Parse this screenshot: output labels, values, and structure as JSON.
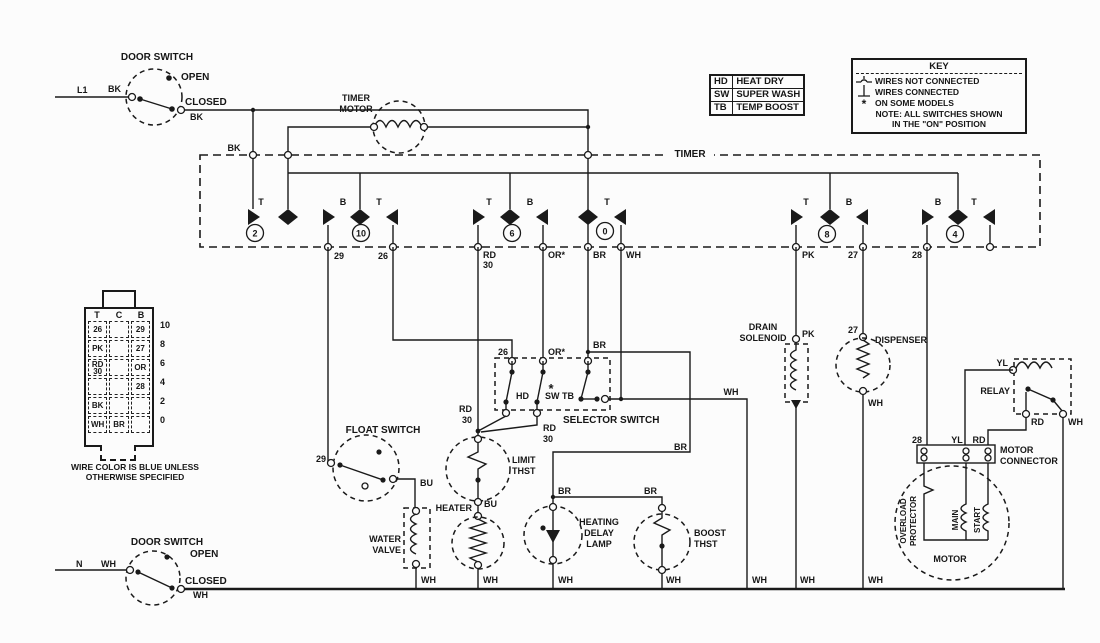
{
  "colors": {
    "ink": "#1a1a1a",
    "paper": "#fcfcfc"
  },
  "door_switch_top": {
    "title": "DOOR SWITCH",
    "open": "OPEN",
    "closed": "CLOSED",
    "line_label": "L1",
    "wire_in": "BK",
    "wire_out": "BK",
    "wire_drop": "BK"
  },
  "timer_motor": {
    "line1": "TIMER",
    "line2": "MOTOR"
  },
  "timer": {
    "label": "TIMER",
    "cam2": {
      "num": "2",
      "t": "T"
    },
    "cam10": {
      "num": "10",
      "b": "B",
      "t": "T",
      "term_29": "29",
      "term_26": "26"
    },
    "cam6": {
      "num": "6",
      "t": "T",
      "b": "B",
      "term_rd": "RD",
      "term_rd2": "30",
      "term_or": "OR*"
    },
    "cam0": {
      "num": "0",
      "t": "T",
      "term_br": "BR",
      "term_wh": "WH"
    },
    "cam8": {
      "num": "8",
      "t": "T",
      "b": "B",
      "term_pk": "PK",
      "term_27": "27"
    },
    "cam4": {
      "num": "4",
      "b": "B",
      "t": "T",
      "term_28": "28"
    }
  },
  "abbrev_table": {
    "rows": [
      [
        "HD",
        "HEAT DRY"
      ],
      [
        "SW",
        "SUPER WASH"
      ],
      [
        "TB",
        "TEMP BOOST"
      ]
    ]
  },
  "key_box": {
    "title": "KEY",
    "item_not_connected": "WIRES NOT CONNECTED",
    "item_connected": "WIRES CONNECTED",
    "item_some_models": "ON SOME MODELS",
    "star": "*",
    "note_line1": "NOTE: ALL SWITCHES SHOWN",
    "note_line2": "IN THE \"ON\" POSITION"
  },
  "connector_chart": {
    "headers": [
      "T",
      "C",
      "B"
    ],
    "rows": [
      [
        "26",
        "",
        "29"
      ],
      [
        "PK",
        "",
        "27"
      ],
      [
        "RD 30",
        "",
        "OR"
      ],
      [
        "",
        "",
        "28"
      ],
      [
        "BK",
        "",
        ""
      ],
      [
        "WH",
        "BR",
        ""
      ]
    ],
    "row_nums": [
      "10",
      "8",
      "6",
      "4",
      "2",
      "0"
    ],
    "caption_line1": "WIRE COLOR IS BLUE UNLESS",
    "caption_line2": "OTHERWISE SPECIFIED"
  },
  "selector": {
    "label": "SELECTOR SWITCH",
    "in_26": "26",
    "in_or": "OR*",
    "in_br": "BR",
    "sw_hd": "HD",
    "star": "*",
    "sw_swtb": "SW TB",
    "out_rd": "RD",
    "out_rd2": "30"
  },
  "float_switch": {
    "label": "FLOAT SWITCH",
    "term_29": "29",
    "wire_bu": "BU"
  },
  "water_valve": {
    "line1": "WATER",
    "line2": "VALVE",
    "wire_wh": "WH"
  },
  "limit_thst": {
    "line1": "LIMIT",
    "line2": "THST",
    "wire_rd": "RD",
    "wire_rd2": "30",
    "wire_bu": "BU"
  },
  "heater": {
    "label": "HEATER",
    "wire_wh": "WH"
  },
  "delay_lamp": {
    "line1": "HEATING",
    "line2": "DELAY",
    "line3": "LAMP",
    "wire_br": "BR",
    "wire_wh": "WH"
  },
  "boost_thst": {
    "line1": "BOOST",
    "line2": "THST",
    "wire_br": "BR",
    "wire_br_corner": "BR",
    "wire_wh": "WH"
  },
  "neutral_run": {
    "wire_wh_top": "WH",
    "wire_wh_bottom": "WH"
  },
  "drain_solenoid": {
    "line1": "DRAIN",
    "line2": "SOLENOID",
    "wire_pk": "PK",
    "wire_wh": "WH"
  },
  "dispenser": {
    "label": "DISPENSER",
    "term_27": "27",
    "wire_wh_top": "WH",
    "wire_wh_bottom": "WH"
  },
  "relay": {
    "label": "RELAY",
    "term_yl": "YL",
    "term_rd": "RD",
    "term_wh": "WH"
  },
  "motor_connector": {
    "line1": "MOTOR",
    "line2": "CONNECTOR",
    "term_28": "28",
    "term_yl": "YL",
    "term_rd": "RD"
  },
  "motor": {
    "label": "MOTOR",
    "overload_line1": "OVERLOAD",
    "overload_line2": "PROTECTOR",
    "main": "MAIN",
    "start": "START"
  },
  "door_switch_bottom": {
    "title": "DOOR SWITCH",
    "open": "OPEN",
    "closed": "CLOSED",
    "line_label": "N",
    "wire_in": "WH",
    "wire_out": "WH"
  }
}
